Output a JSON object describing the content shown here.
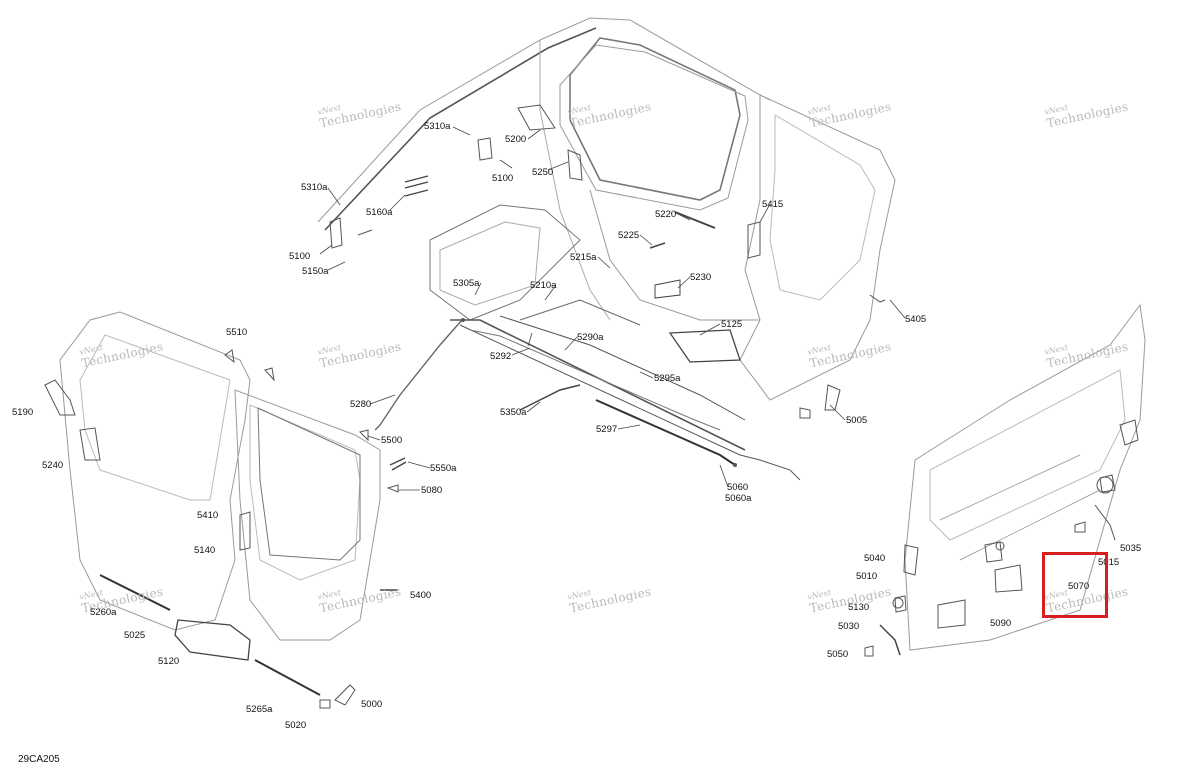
{
  "diagram_id": "29CA205",
  "highlight_color": "#d81e1e",
  "watermark": {
    "line1": "vNext",
    "line2": "Technologies"
  },
  "callouts": [
    "5310a",
    "5200",
    "5100",
    "5250",
    "5310a",
    "5160a",
    "5100",
    "5150a",
    "5220",
    "5415",
    "5225",
    "5215a",
    "5230",
    "5305a",
    "5210a",
    "5125",
    "5405",
    "5290a",
    "5292",
    "5295a",
    "5280",
    "5350a",
    "5297",
    "5005",
    "5500",
    "5550a",
    "5080",
    "5060",
    "5060a",
    "5510",
    "5190",
    "5240",
    "5410",
    "5140",
    "5400",
    "5260a",
    "5025",
    "5120",
    "5265a",
    "5020",
    "5000",
    "5035",
    "5015",
    "5040",
    "5010",
    "5070",
    "5130",
    "5030",
    "5090",
    "5050"
  ]
}
